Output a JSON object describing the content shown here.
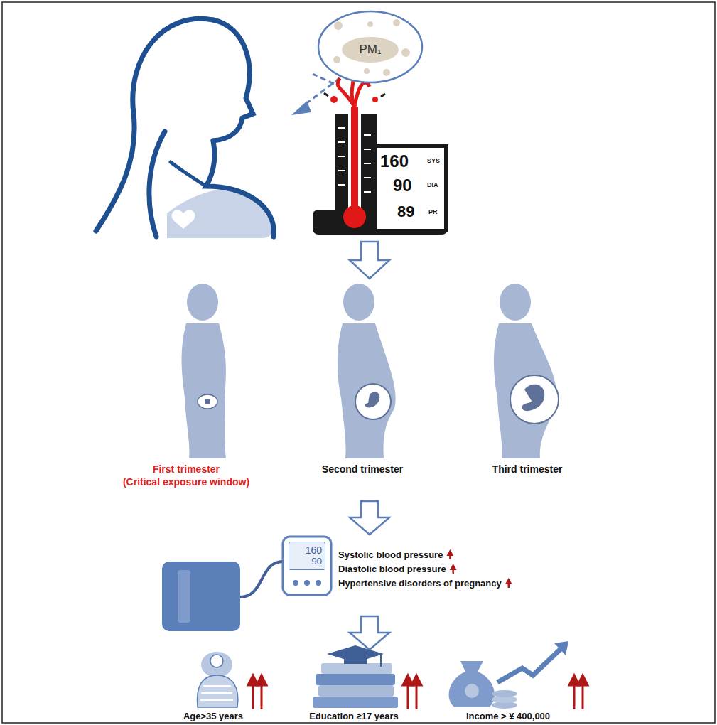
{
  "diagram": {
    "nodes": [
      {
        "text": [
          "PM₁"
        ]
      },
      {
        "text": [
          "160",
          "90",
          "89",
          "SYS",
          "DIA",
          "PR"
        ]
      },
      {
        "text": [
          "160",
          "90"
        ]
      }
    ],
    "labels": [
      "First trimester",
      "(Critical exposure window)",
      "Second trimester",
      "Third trimester",
      "Systolic blood pressure",
      "Diastolic blood pressure",
      "Hypertensive disorders of pregnancy",
      "Age>35 years",
      "Education ≥17 years",
      "Income > ¥ 400,000"
    ]
  }
}
